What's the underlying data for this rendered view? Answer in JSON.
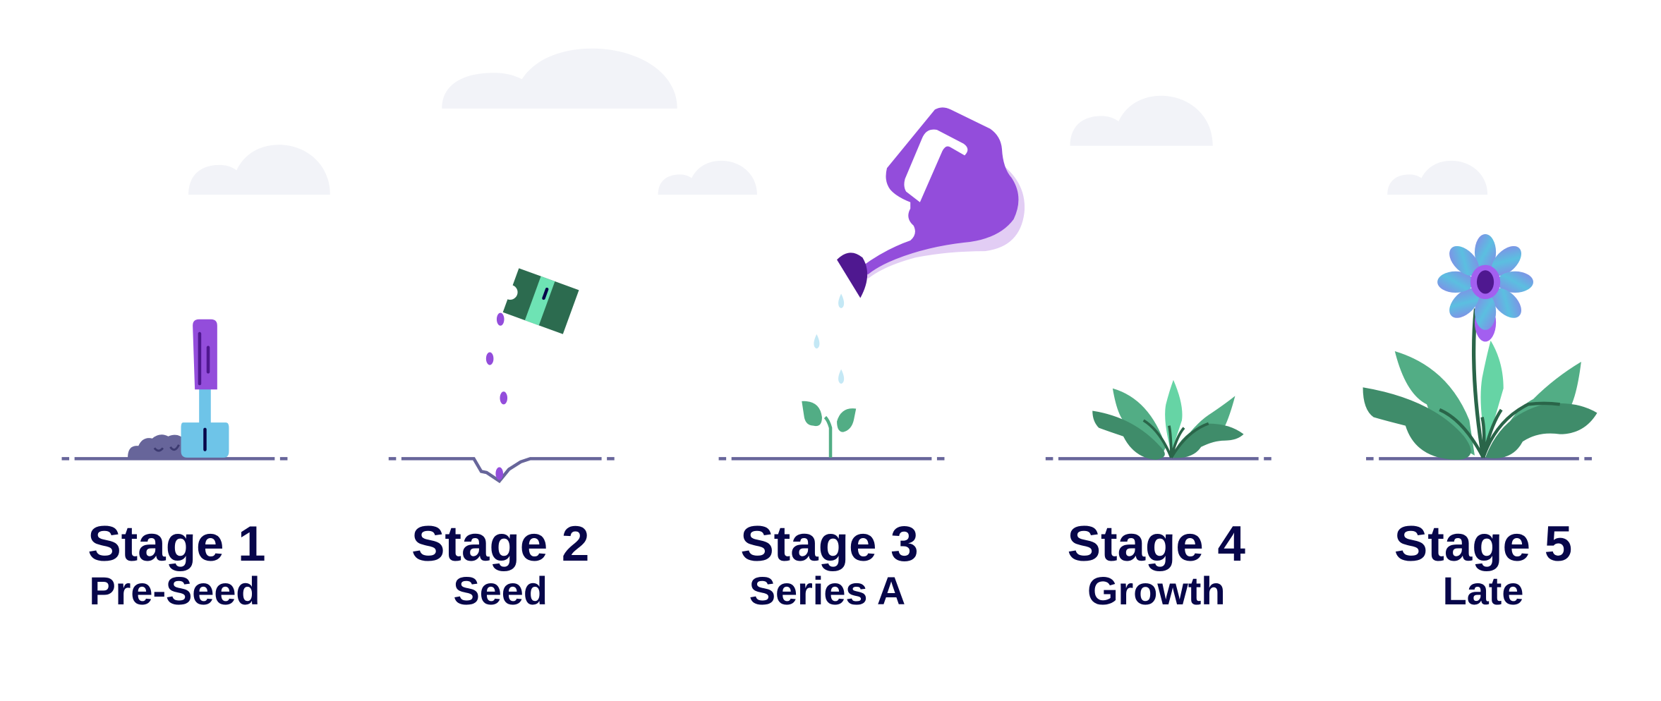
{
  "stages": [
    {
      "title": "Stage 1",
      "subtitle": "Pre-Seed",
      "icon": "shovel-icon"
    },
    {
      "title": "Stage 2",
      "subtitle": "Seed",
      "icon": "seed-packet-icon"
    },
    {
      "title": "Stage 3",
      "subtitle": "Series A",
      "icon": "watering-can-icon"
    },
    {
      "title": "Stage 4",
      "subtitle": "Growth",
      "icon": "plant-icon"
    },
    {
      "title": "Stage 5",
      "subtitle": "Late",
      "icon": "flower-icon"
    }
  ],
  "colors": {
    "text": "#07064a",
    "ground": "#67659a",
    "cloud": "#f2f3f8",
    "purple": "#934ddb",
    "dark_purple": "#4f1890",
    "light_blue": "#6ec4e8",
    "leaf": "#52ad85",
    "leaf_dark": "#3f8c6a",
    "leaf_light": "#66d4a5"
  }
}
